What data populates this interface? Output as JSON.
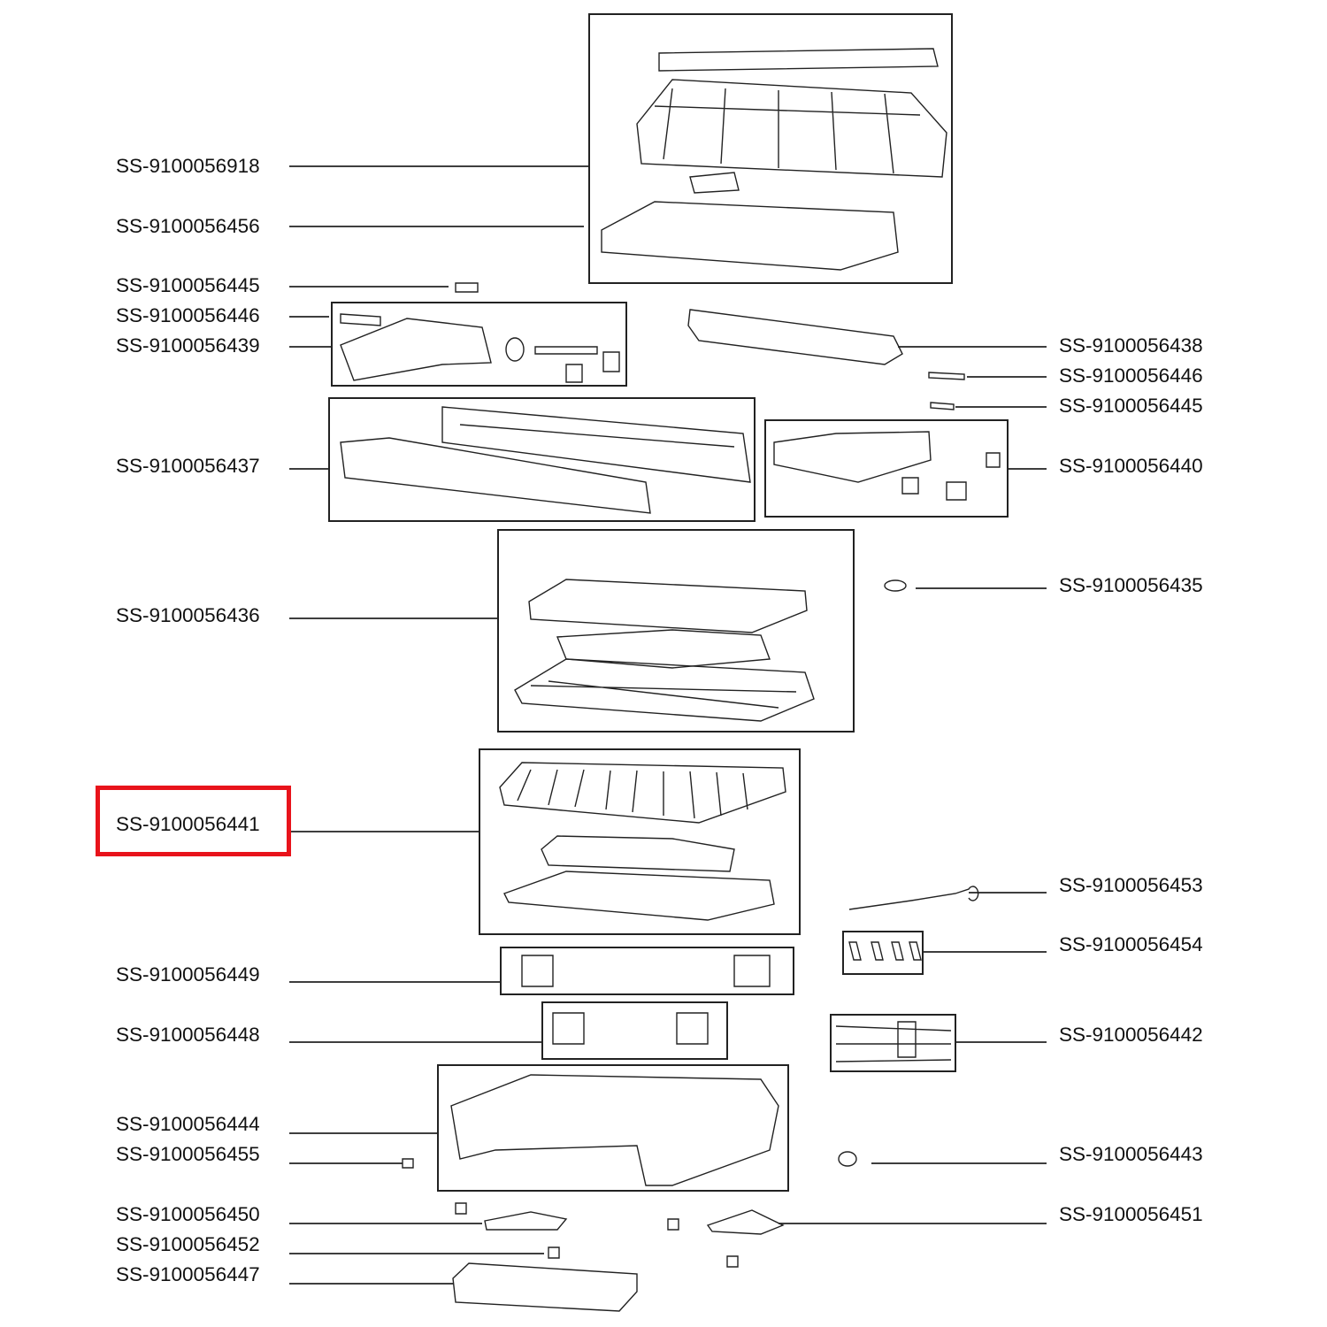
{
  "title": "Exploded parts diagram",
  "highlight_color": "#e8131b",
  "selected_part": "SS-9100056441",
  "left_labels": [
    "SS-9100056918",
    "SS-9100056456",
    "SS-9100056445",
    "SS-9100056446",
    "SS-9100056439",
    "SS-9100056437",
    "SS-9100056436",
    "SS-9100056441",
    "SS-9100056449",
    "SS-9100056448",
    "SS-9100056444",
    "SS-9100056455",
    "SS-9100056450",
    "SS-9100056452",
    "SS-9100056447"
  ],
  "right_labels": [
    "SS-9100056438",
    "SS-9100056446",
    "SS-9100056445",
    "SS-9100056440",
    "SS-9100056435",
    "SS-9100056453",
    "SS-9100056454",
    "SS-9100056442",
    "SS-9100056443",
    "SS-9100056451"
  ]
}
